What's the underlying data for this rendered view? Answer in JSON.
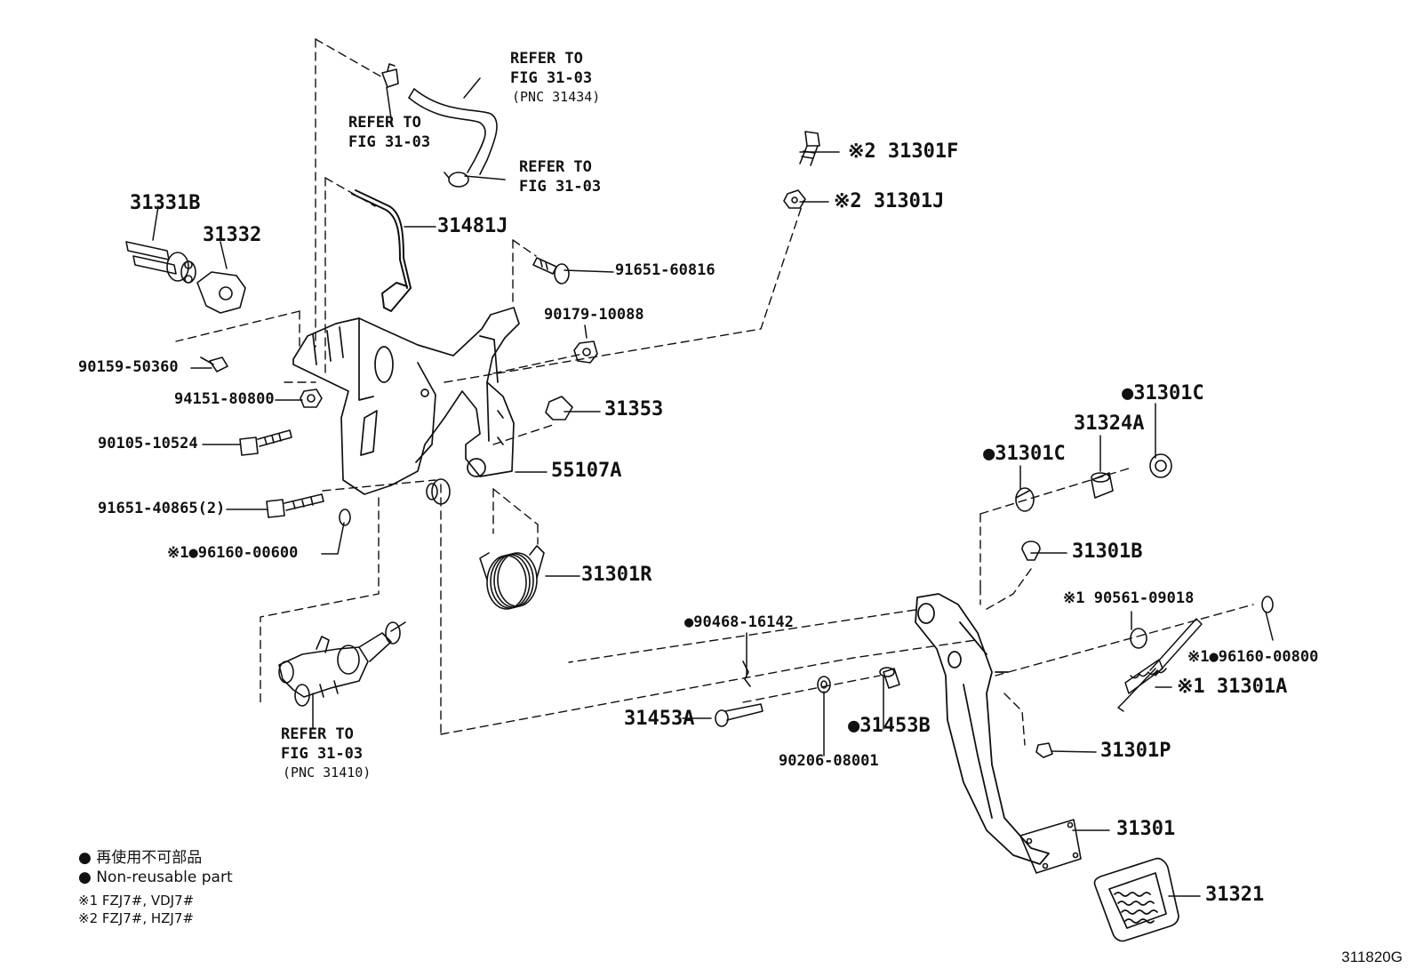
{
  "diagram": {
    "labels": {
      "p31331B": "31331B",
      "p31332": "31332",
      "p90159": "90159-50360",
      "p94151": "94151-80800",
      "p90105": "90105-10524",
      "p91651a": "91651-40865(2)",
      "p96160a": "※1●96160-00600",
      "p31481J": "31481J",
      "p91651b": "91651-60816",
      "p90179": "90179-10088",
      "p31353": "31353",
      "p55107A": "55107A",
      "p31301R": "31301R",
      "p31301F": "※2 31301F",
      "p31301J": "※2 31301J",
      "p31301C1": "●31301C",
      "p31301C2": "●31301C",
      "p31324A": "31324A",
      "p31301B": "31301B",
      "p90561": "※1 90561-09018",
      "p96160b": "※1●96160-00800",
      "p31301A": "※1 31301A",
      "p90468": "●90468-16142",
      "p31453A": "31453A",
      "p31453B": "●31453B",
      "p90206": "90206-08001",
      "p31301P": "31301P",
      "p31301": "31301",
      "p31321": "31321"
    },
    "refers": {
      "r1a": "REFER TO",
      "r1b": "FIG 31-03",
      "r1c": "(PNC 31434)",
      "r2a": "REFER TO",
      "r2b": "FIG 31-03",
      "r3a": "REFER TO",
      "r3b": "FIG 31-03",
      "r4a": "REFER TO",
      "r4b": "FIG 31-03",
      "r4c": "(PNC 31410)"
    },
    "legend": {
      "line1": "● 再使用不可部品",
      "line2": "● Non-reusable part",
      "line3": "※1  FZJ7#, VDJ7#",
      "line4": "※2  FZJ7#, HZJ7#"
    },
    "figure_code": "311820G"
  }
}
